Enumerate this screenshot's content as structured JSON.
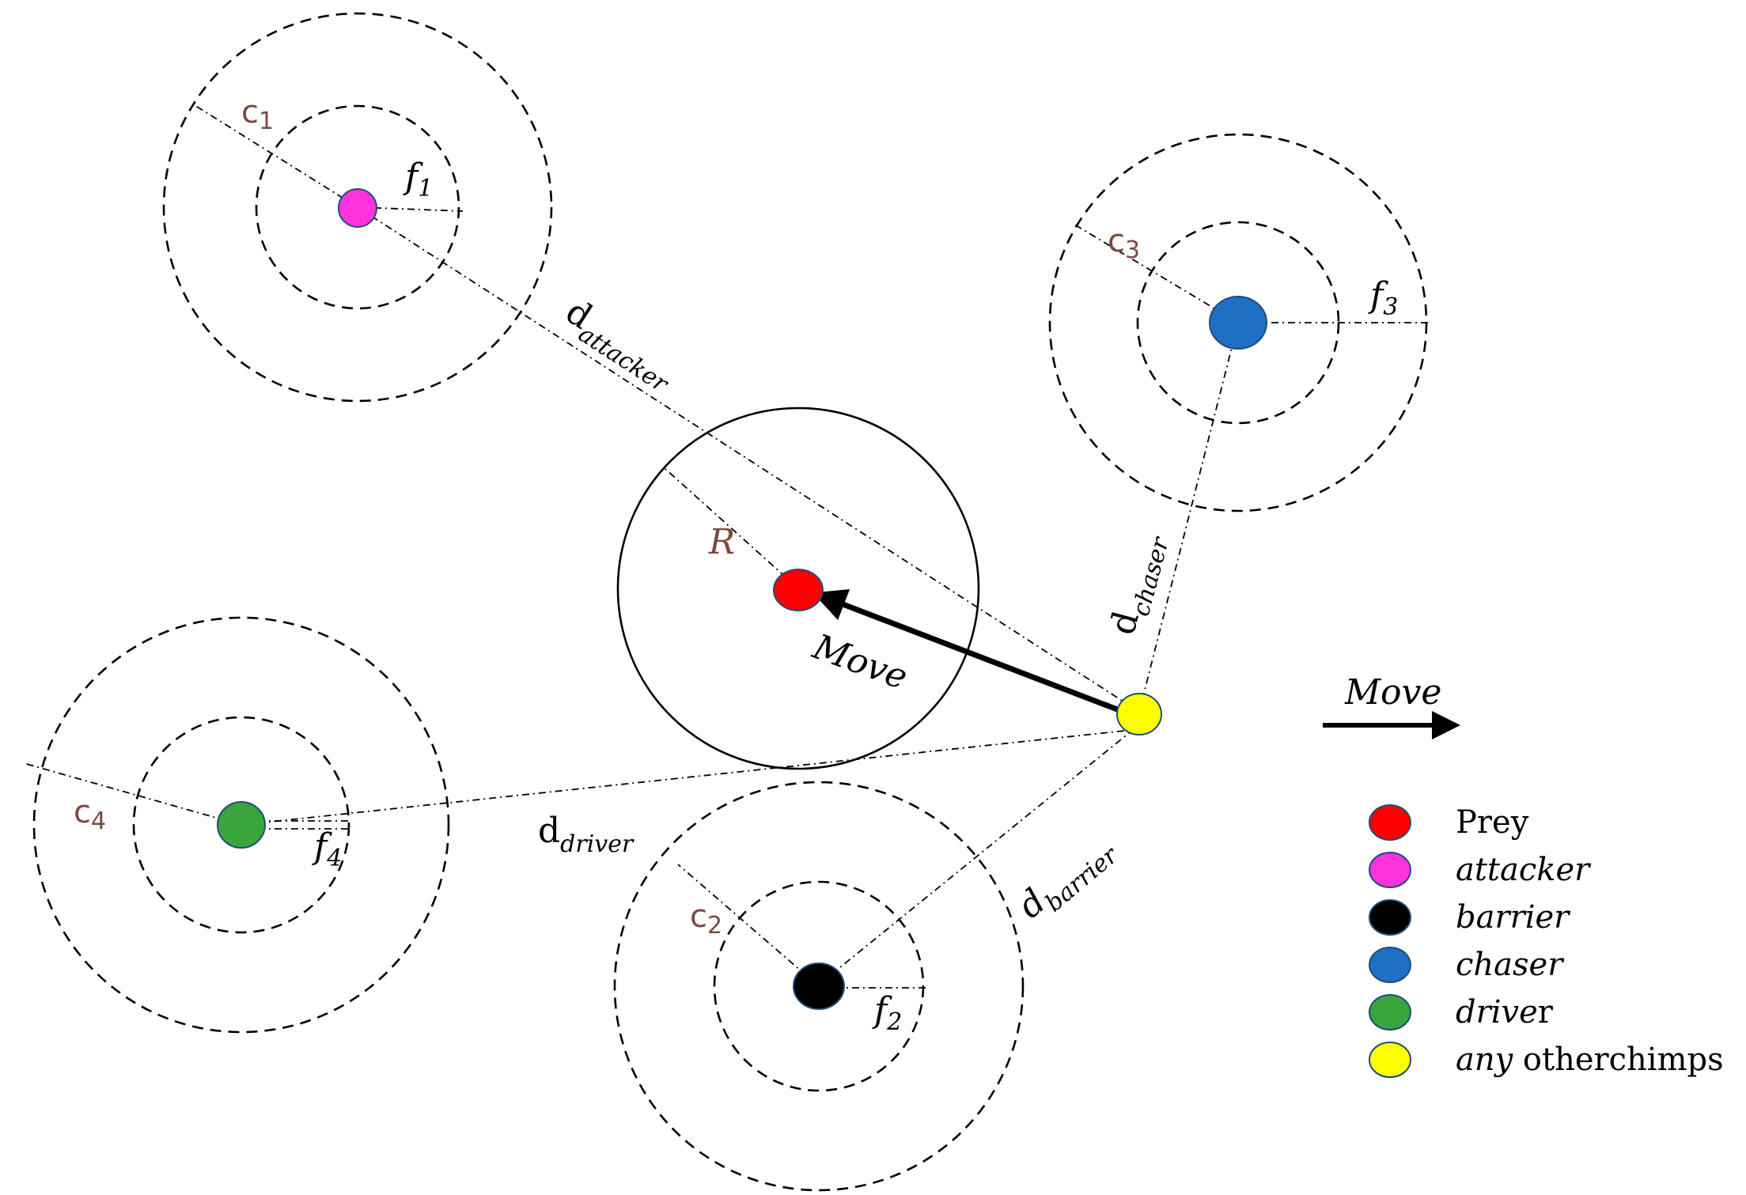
{
  "colors": {
    "prey": "#ff0000",
    "attacker": "#ff33dd",
    "barrier": "#000000",
    "chaser": "#1f6fc4",
    "driver": "#3aa53a",
    "other": "#ffff00"
  },
  "labels": {
    "R": "R",
    "move_arrow": "Move",
    "move_key": "Move",
    "c1": {
      "base": "c",
      "sub": "1"
    },
    "c2": {
      "base": "c",
      "sub": "2"
    },
    "c3": {
      "base": "c",
      "sub": "3"
    },
    "c4": {
      "base": "c",
      "sub": "4"
    },
    "f1": {
      "base": "f",
      "sub": "1"
    },
    "f2": {
      "base": "f",
      "sub": "2"
    },
    "f3": {
      "base": "f",
      "sub": "3"
    },
    "f4": {
      "base": "f",
      "sub": "4"
    },
    "d_attacker": {
      "base": "d",
      "sub": "attacker"
    },
    "d_chaser": {
      "base": "d",
      "sub": "chaser"
    },
    "d_driver": {
      "base": "d",
      "sub": "driver"
    },
    "d_barrier": {
      "base": "d",
      "sub": "barrier"
    }
  },
  "legend": [
    {
      "parts": [
        {
          "text": "Prey",
          "italic": false
        }
      ],
      "color_key": "prey"
    },
    {
      "parts": [
        {
          "text": "attacker",
          "italic": true
        }
      ],
      "color_key": "attacker"
    },
    {
      "parts": [
        {
          "text": "barrier",
          "italic": true
        }
      ],
      "color_key": "barrier"
    },
    {
      "parts": [
        {
          "text": "chaser",
          "italic": true
        }
      ],
      "color_key": "chaser"
    },
    {
      "parts": [
        {
          "text": "drive",
          "italic": true
        },
        {
          "text": "r",
          "italic": false
        }
      ],
      "color_key": "driver"
    },
    {
      "parts": [
        {
          "text": "any",
          "italic": true
        },
        {
          "text": " otherchimps",
          "italic": false
        }
      ],
      "color_key": "other"
    }
  ]
}
